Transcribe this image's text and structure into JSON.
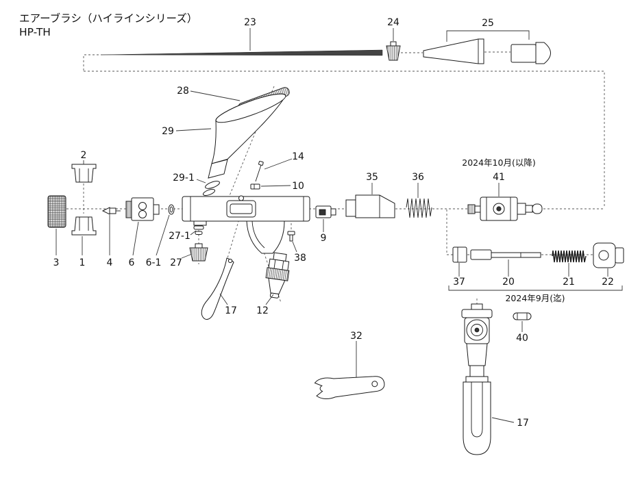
{
  "header": {
    "title": "エアーブラシ（ハイラインシリーズ）",
    "model": "HP-TH"
  },
  "notes": {
    "after_oct_2024": "2024年10月(以降)",
    "until_sep_2024": "2024年9月(迄)"
  },
  "labels": {
    "needle_23": "23",
    "nut_24": "24",
    "handle_25": "25",
    "lid_28": "28",
    "cup_29": "29",
    "packing_29_1": "29-1",
    "pin_14": "14",
    "screw_10": "10",
    "cap_2": "2",
    "mesh_3": "3",
    "cap_1": "1",
    "nozzle_4": "4",
    "base_6": "6",
    "oring_6_1": "6-1",
    "washer_27_1": "27-1",
    "nut_27": "27",
    "trigger_17": "17",
    "valve_12": "12",
    "screw_38": "38",
    "piston_9": "9",
    "joint_35": "35",
    "spring_36": "36",
    "unit_41": "41",
    "cap_37": "37",
    "shaft_20": "20",
    "spring_21": "21",
    "end_22": "22",
    "wrench_32": "32",
    "pin_40": "40",
    "cover_17": "17"
  }
}
